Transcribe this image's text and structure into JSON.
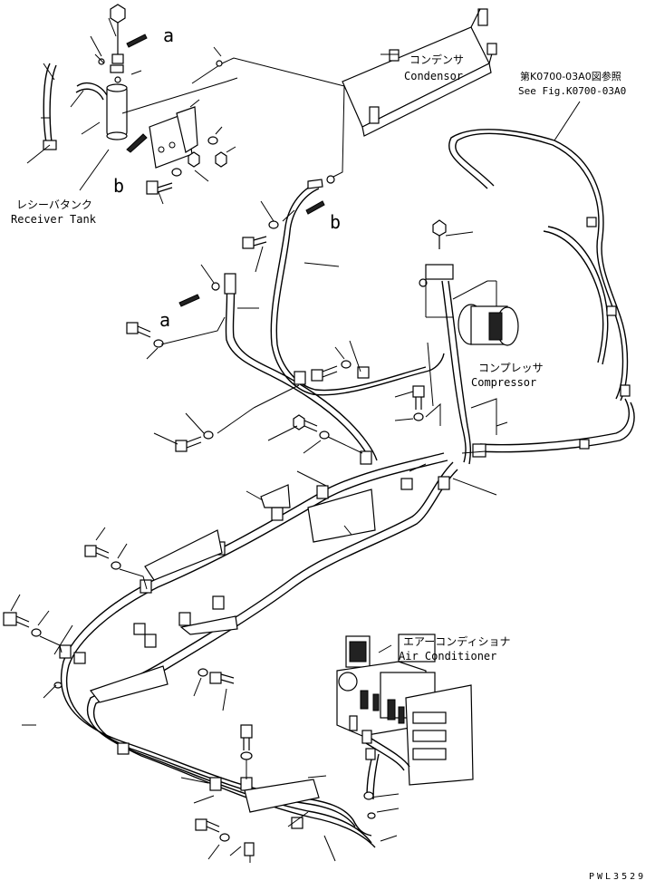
{
  "labels": {
    "receiver_tank_jp": "レシーバタンク",
    "receiver_tank_en": "Receiver Tank",
    "condenser_jp": "コンデンサ",
    "condenser_en": "Condensor",
    "see_fig_jp": "第K0700-03A0図参照",
    "see_fig_en": "See Fig.K0700-03A0",
    "compressor_jp": "コンプレッサ",
    "compressor_en": "Compressor",
    "air_conditioner_jp": "エアーコンディショナ",
    "air_conditioner_en": "Air Conditioner",
    "ref_a_top": "a",
    "ref_a_mid": "a",
    "ref_b_left": "b",
    "ref_b_mid": "b",
    "drawing_code": "PWL3529"
  }
}
